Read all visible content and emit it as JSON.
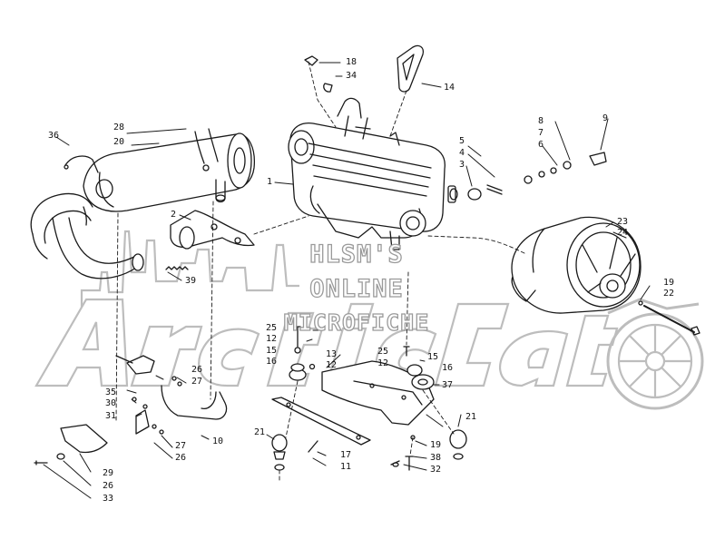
{
  "watermark": {
    "brand": "Arctic Cat",
    "lines": [
      "HLSM'S",
      "ONLINE",
      "MICROFICHE"
    ]
  },
  "callouts": {
    "c18": "18",
    "c34": "34",
    "c14": "14",
    "c28": "28",
    "c20": "20",
    "c36": "36",
    "c5": "5",
    "c4": "4",
    "c3": "3",
    "c8": "8",
    "c7": "7",
    "c6": "6",
    "c9": "9",
    "c1": "1",
    "c2": "2",
    "c23": "23",
    "c24": "24",
    "c39": "39",
    "c19a": "19",
    "c22": "22",
    "c25a": "25",
    "c12a": "12",
    "c15a": "15",
    "c16a": "16",
    "c13": "13",
    "c12b": "12",
    "c25b": "25",
    "c12c": "12",
    "c15b": "15",
    "c16b": "16",
    "c37": "37",
    "c35": "35",
    "c30": "30",
    "c31": "31",
    "c26a": "26",
    "c27a": "27",
    "c10": "10",
    "c27b": "27",
    "c26b": "26",
    "c21a": "21",
    "c17": "17",
    "c11": "11",
    "c19b": "19",
    "c38": "38",
    "c32": "32",
    "c21b": "21",
    "c33": "33",
    "c26c": "26",
    "c29": "29"
  }
}
